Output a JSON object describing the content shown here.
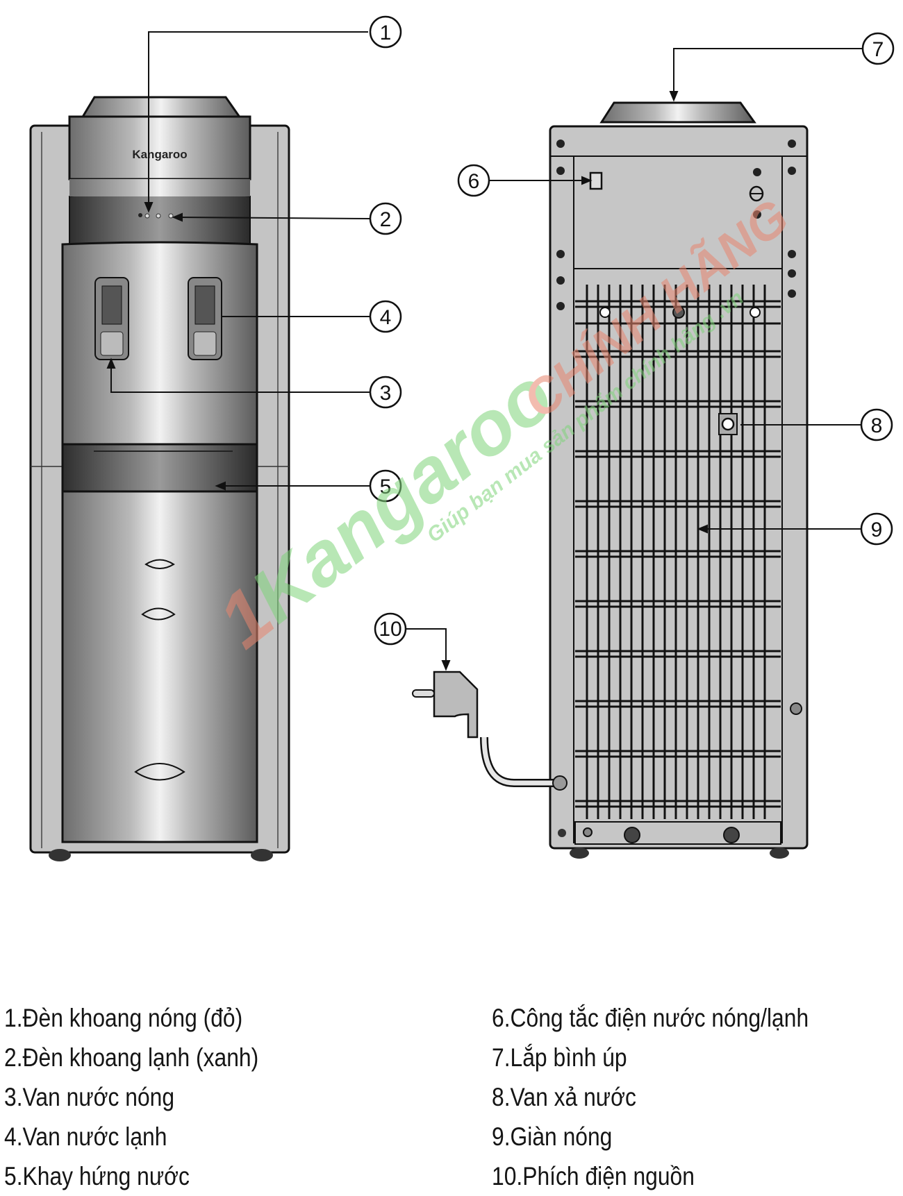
{
  "diagram": {
    "brand_label": "Kangaroo",
    "front_view": {
      "callouts": [
        {
          "num": "1",
          "target": "hot-chamber-light"
        },
        {
          "num": "2",
          "target": "cold-chamber-light"
        },
        {
          "num": "3",
          "target": "hot-water-tap"
        },
        {
          "num": "4",
          "target": "cold-water-tap"
        },
        {
          "num": "5",
          "target": "drip-tray"
        }
      ]
    },
    "back_view": {
      "callouts": [
        {
          "num": "6",
          "target": "power-switch"
        },
        {
          "num": "7",
          "target": "bottle-mount"
        },
        {
          "num": "8",
          "target": "drain-valve"
        },
        {
          "num": "9",
          "target": "condenser-coil"
        },
        {
          "num": "10",
          "target": "power-plug"
        }
      ]
    },
    "watermark": {
      "prefix": "1",
      "brand": "Kangaroo",
      "title": "CHÍNH HÃNG",
      "subtitle": "Giúp bạn mua sản phẩm chính hãng .vn",
      "red": "#e8866f",
      "green": "#7fd47a"
    }
  },
  "legend": {
    "left": [
      "1.Đèn khoang nóng (đỏ)",
      "2.Đèn khoang lạnh (xanh)",
      "3.Van nước nóng",
      "4.Van nước lạnh",
      "5.Khay hứng nước"
    ],
    "right": [
      "6.Công tắc điện nước nóng/lạnh",
      "7.Lắp bình úp",
      "8.Van xả nước",
      "9.Giàn nóng",
      "10.Phích điện nguồn"
    ]
  }
}
